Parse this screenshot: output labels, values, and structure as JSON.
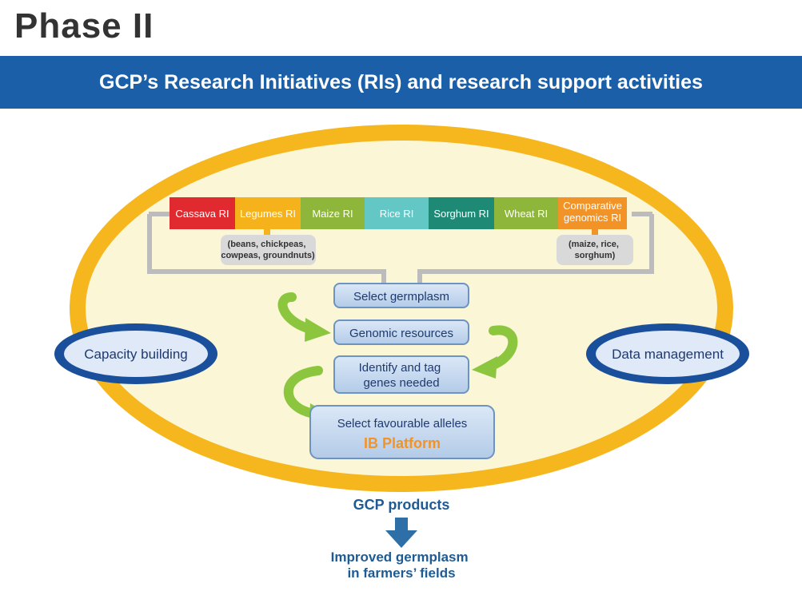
{
  "page_title": "Phase II",
  "banner": {
    "title": "GCP’s Research Initiatives (RIs) and research support activities"
  },
  "research_initiatives": [
    {
      "label_lines": [
        "Cassava RI"
      ],
      "color": "#e12a2f"
    },
    {
      "label_lines": [
        "Legumes RI"
      ],
      "color": "#f6b21a"
    },
    {
      "label_lines": [
        "Maize RI"
      ],
      "color": "#8db63b"
    },
    {
      "label_lines": [
        "Rice RI"
      ],
      "color": "#63c7c6"
    },
    {
      "label_lines": [
        "Sorghum RI"
      ],
      "color": "#1e8a76"
    },
    {
      "label_lines": [
        "Wheat RI"
      ],
      "color": "#8db63b"
    },
    {
      "label_lines": [
        "Comparative",
        "genomics RI"
      ],
      "color": "#f29327"
    }
  ],
  "notes": {
    "legumes": [
      "(beans, chickpeas,",
      "cowpeas, groundnuts)"
    ],
    "comparative": [
      "(maize, rice,",
      "sorghum)"
    ]
  },
  "steps": {
    "select_germplasm": [
      "Select germplasm"
    ],
    "genomic_resources": [
      "Genomic resources"
    ],
    "identify_tag": [
      "Identify and tag",
      "genes needed"
    ],
    "select_alleles": [
      "Select favourable alleles"
    ],
    "ib_platform": "IB Platform"
  },
  "side_ovals": {
    "left": "Capacity building",
    "right": "Data management"
  },
  "outputs": {
    "products": "GCP products",
    "improved": [
      "Improved germplasm",
      "in farmers’ fields"
    ]
  },
  "colors": {
    "banner_blue": "#1a5fa8",
    "ellipse_fill": "#fbf6d6",
    "ellipse_border": "#f6b71e",
    "step_fill": "#c8dcf2",
    "step_border": "#6d93c0",
    "step_text": "#1f3a6e",
    "gray_line": "#bcbcbc",
    "arrow_green": "#8cc63f",
    "ib_orange": "#f29327",
    "output_blue": "#1e5b94"
  }
}
